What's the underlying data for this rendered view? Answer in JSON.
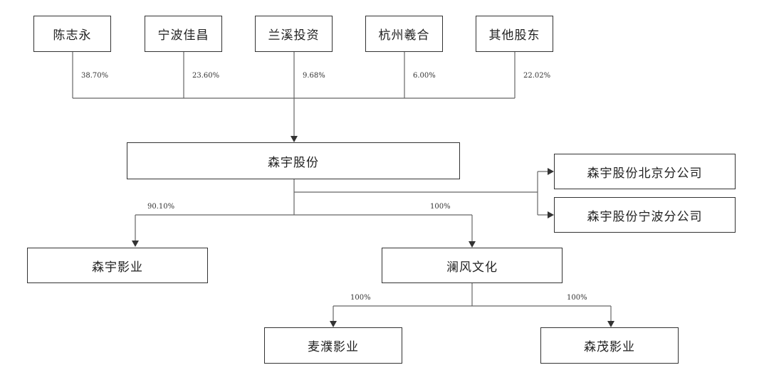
{
  "shareholders": [
    {
      "name": "陈志永",
      "pct": "38.70%"
    },
    {
      "name": "宁波佳昌",
      "pct": "23.60%"
    },
    {
      "name": "兰溪投资",
      "pct": "9.68%"
    },
    {
      "name": "杭州羲合",
      "pct": "6.00%"
    },
    {
      "name": "其他股东",
      "pct": "22.02%"
    }
  ],
  "company": {
    "name": "森宇股份"
  },
  "branches": [
    {
      "name": "森宇股份北京分公司"
    },
    {
      "name": "森宇股份宁波分公司"
    }
  ],
  "subsidiaries": [
    {
      "name": "森宇影业",
      "pct": "90.10%"
    },
    {
      "name": "澜风文化",
      "pct": "100%"
    }
  ],
  "sub_subsidiaries": [
    {
      "name": "麦濮影业",
      "pct": "100%"
    },
    {
      "name": "森茂影业",
      "pct": "100%"
    }
  ]
}
